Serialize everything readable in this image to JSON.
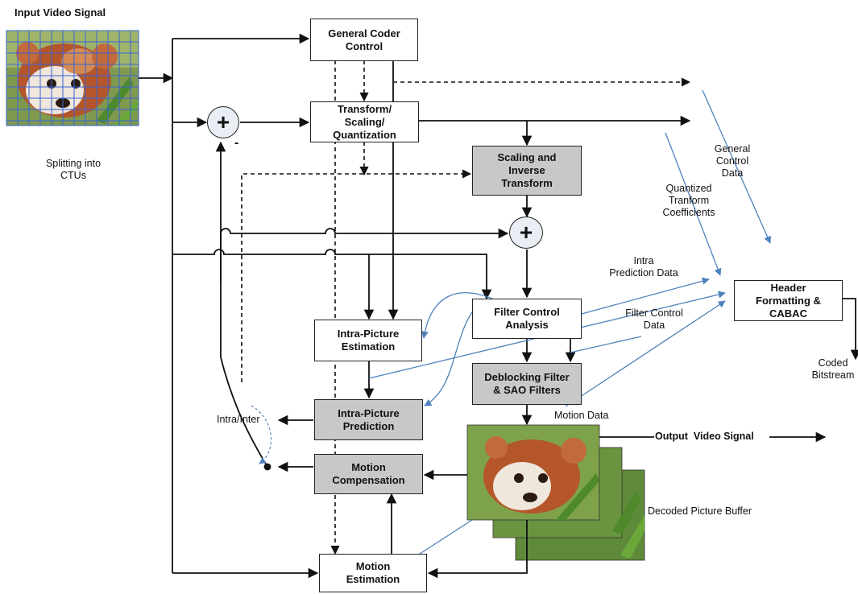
{
  "input": {
    "title": "Input Video Signal",
    "splitting_caption": "Splitting into\nCTUs"
  },
  "blocks": {
    "general_coder_control": "General Coder\nControl",
    "transform_scaling_quantization": "Transform/\nScaling/\nQuantization",
    "scaling_inverse_transform": "Scaling and\nInverse\nTransform",
    "intra_picture_estimation": "Intra-Picture\nEstimation",
    "filter_control_analysis": "Filter Control\nAnalysis",
    "deblocking_sao_filters": "Deblocking Filter\n& SAO Filters",
    "intra_picture_prediction": "Intra-Picture\nPrediction",
    "motion_compensation": "Motion\nCompensation",
    "motion_estimation": "Motion\nEstimation",
    "header_formatting_cabac": "Header\nFormatting &\nCABAC"
  },
  "labels": {
    "general_control_data": "General\nControl\nData",
    "quantized_transform_coefficients": "Quantized\nTranform\nCoefficients",
    "intra_prediction_data": "Intra\nPrediction Data",
    "filter_control_data": "Filter Control\nData",
    "motion_data": "Motion Data",
    "coded_bitstream": "Coded\nBitstream",
    "output_video_signal": "Output  Video Signal",
    "decoded_picture_buffer": "Decoded Picture Buffer",
    "intra_inter": "Intra/Inter",
    "minus_sign": "-",
    "plus_sign": "+"
  },
  "colors": {
    "block_gray": "#c8c8c8",
    "annotation_line": "#4f81bd",
    "grid_line": "#3a63d8",
    "adder_fill": "#e9eef5"
  },
  "icons": {
    "input_frame": "red-panda-photo-with-ctu-grid",
    "decoded_frames": "red-panda-photo-stack"
  }
}
